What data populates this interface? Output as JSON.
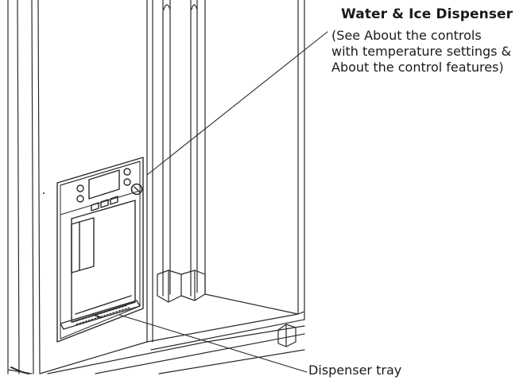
{
  "callouts": {
    "dispenser": {
      "title": "Water & Ice Dispenser",
      "lines": [
        "(See About the controls",
        "with temperature settings &",
        "About the control features)"
      ]
    },
    "tray": {
      "label": "Dispenser tray"
    }
  },
  "colors": {
    "line": "#2a2a2a",
    "background": "#ffffff"
  }
}
